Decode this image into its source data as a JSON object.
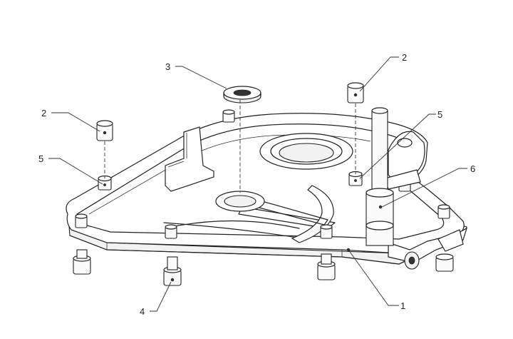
{
  "callouts": [
    {
      "id": "callout-1",
      "label": "1"
    },
    {
      "id": "callout-2a",
      "label": "2"
    },
    {
      "id": "callout-2b",
      "label": "2"
    },
    {
      "id": "callout-3",
      "label": "3"
    },
    {
      "id": "callout-4",
      "label": "4"
    },
    {
      "id": "callout-5a",
      "label": "5"
    },
    {
      "id": "callout-5b",
      "label": "5"
    },
    {
      "id": "callout-6",
      "label": "6"
    }
  ]
}
